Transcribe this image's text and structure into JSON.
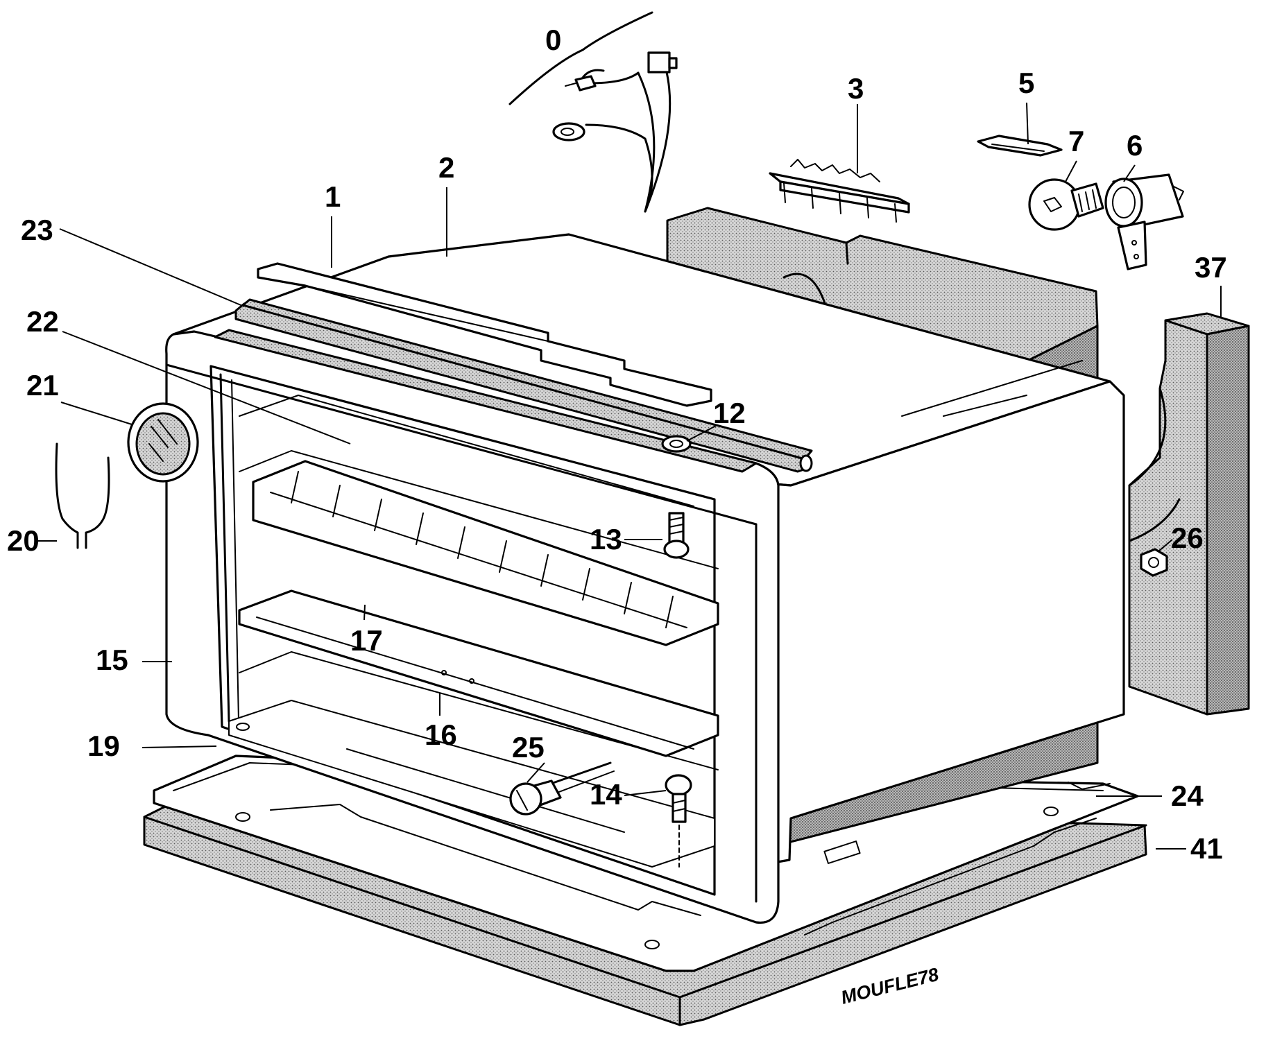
{
  "diagram": {
    "caption": "MOUFLE78",
    "callouts": [
      {
        "id": "c0",
        "text": "0"
      },
      {
        "id": "c1",
        "text": "1"
      },
      {
        "id": "c2",
        "text": "2"
      },
      {
        "id": "c3",
        "text": "3"
      },
      {
        "id": "c5",
        "text": "5"
      },
      {
        "id": "c6",
        "text": "6"
      },
      {
        "id": "c7",
        "text": "7"
      },
      {
        "id": "c12",
        "text": "12"
      },
      {
        "id": "c13",
        "text": "13"
      },
      {
        "id": "c14",
        "text": "14"
      },
      {
        "id": "c15",
        "text": "15"
      },
      {
        "id": "c16",
        "text": "16"
      },
      {
        "id": "c17",
        "text": "17"
      },
      {
        "id": "c19",
        "text": "19"
      },
      {
        "id": "c20",
        "text": "20"
      },
      {
        "id": "c21",
        "text": "21"
      },
      {
        "id": "c22",
        "text": "22"
      },
      {
        "id": "c23",
        "text": "23"
      },
      {
        "id": "c24",
        "text": "24"
      },
      {
        "id": "c25",
        "text": "25"
      },
      {
        "id": "c26",
        "text": "26"
      },
      {
        "id": "c37",
        "text": "37"
      },
      {
        "id": "c41",
        "text": "41"
      }
    ]
  }
}
